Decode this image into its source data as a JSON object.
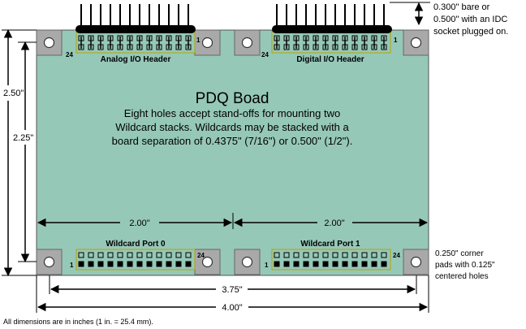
{
  "board": {
    "title": "PDQ Boad",
    "description_lines": [
      "Eight holes accept stand-offs for mounting two",
      "Wildcard stacks.  Wildcards may be stacked with a",
      "board separation of 0.4375\" (7/16\") or 0.500\" (1/2\")."
    ],
    "color": "#96c8b7",
    "pad_color": "#a9a9a9"
  },
  "headers": {
    "analog": {
      "label": "Analog I/O Header",
      "pin_first": "1",
      "pin_last": "24"
    },
    "digital": {
      "label": "Digital I/O Header",
      "pin_first": "1",
      "pin_last": "24"
    }
  },
  "ports": {
    "port0": {
      "label": "Wildcard Port 0",
      "pin_first": "1",
      "pin_last": "24"
    },
    "port1": {
      "label": "Wildcard Port 1",
      "pin_first": "1",
      "pin_last": "24"
    }
  },
  "dimensions": {
    "height_total": "2.50\"",
    "height_inner": "2.25\"",
    "half_width_left": "2.00\"",
    "half_width_right": "2.00\"",
    "hole_span": "3.75\"",
    "width_total": "4.00\""
  },
  "notes": {
    "header_height": [
      "0.300\" bare or",
      "0.500\" with an IDC",
      "socket plugged on."
    ],
    "corner_pads": [
      "0.250\" corner",
      "pads with 0.125\"",
      "centered holes"
    ],
    "footer": "All dimensions are in inches (1 in. = 25.4 mm)."
  }
}
